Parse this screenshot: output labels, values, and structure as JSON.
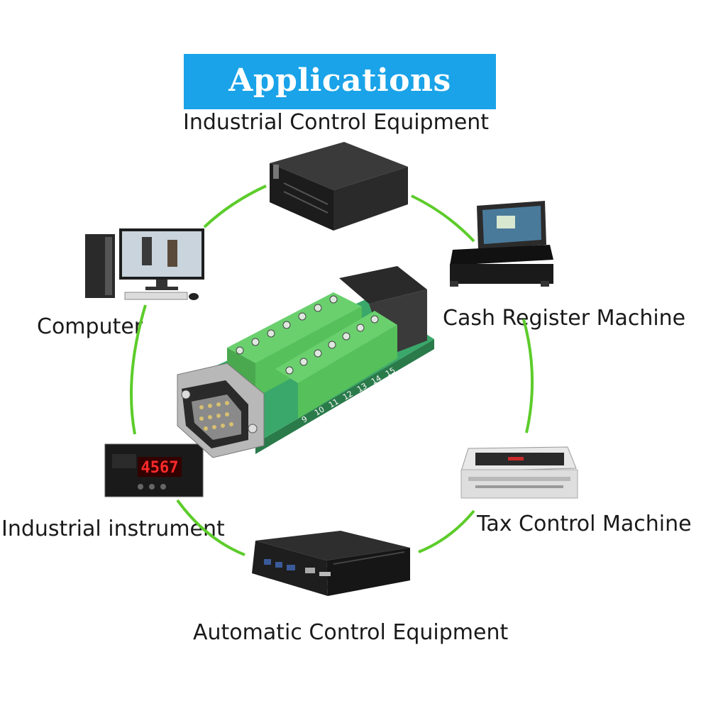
{
  "banner": {
    "title": "Applications"
  },
  "applications": [
    "Industrial Control Equipment",
    "Cash Register Machine",
    "Tax Control Machine",
    "Automatic Control Equipment",
    "Industrial instrument",
    "Computer"
  ],
  "meter_display": "4567",
  "terminal_numbers": [
    "9",
    "10",
    "11",
    "12",
    "13",
    "14",
    "15"
  ],
  "colors": {
    "banner": "#1aa3e8",
    "ring": "#5ccc2a",
    "terminal_block": "#56c05a",
    "pcb": "#3aa86a"
  }
}
